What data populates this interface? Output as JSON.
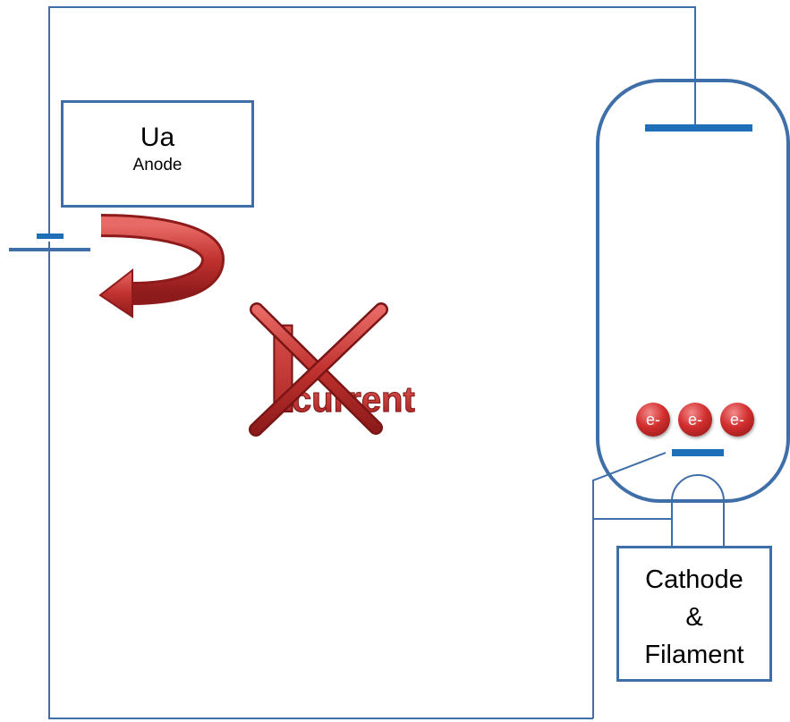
{
  "anode_box": {
    "title": "Ua",
    "subtitle": "Anode"
  },
  "cathode_box": {
    "line1": "Cathode",
    "line2": "&",
    "line3": "Filament"
  },
  "current_label": {
    "letter": "I",
    "subscript": "current"
  },
  "electrons": [
    "e-",
    "e-",
    "e-"
  ],
  "colors": {
    "wire": "#3f6fa8",
    "electrode": "#1f6fb8",
    "arrow": "#c0322f",
    "cross": "#b52a2a"
  }
}
